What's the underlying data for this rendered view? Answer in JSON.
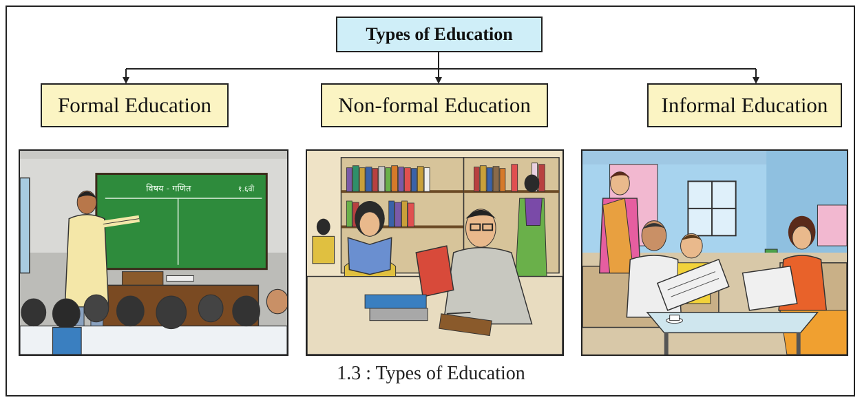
{
  "diagram": {
    "root": {
      "label": "Types of Education"
    },
    "children": [
      {
        "label": "Formal Education"
      },
      {
        "label": "Non-formal Education"
      },
      {
        "label": "Informal Education"
      }
    ],
    "illustrations": [
      {
        "board_text_left": "विषय - गणित",
        "board_text_right": "१.६वी"
      },
      {},
      {}
    ],
    "caption": "1.3 : Types of Education"
  },
  "colors": {
    "root_fill": "#cfeef8",
    "child_fill": "#fbf4c3",
    "border": "#222222"
  }
}
